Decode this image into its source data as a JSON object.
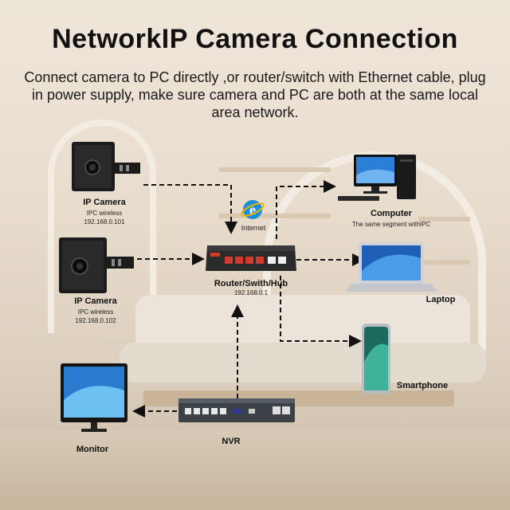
{
  "title": "NetworkIP Camera Connection",
  "subtitle": "Connect camera to PC directly ,or router/switch with Ethernet cable, plug in power supply, make sure camera and PC are both at the same local area network.",
  "camera1": {
    "label": "IP Camera",
    "line1": "IPC wireless",
    "line2": "192.168.0.101"
  },
  "camera2": {
    "label": "IP Camera",
    "line1": "IPC wireless",
    "line2": "192.168.0.102"
  },
  "internet": {
    "label": "Internet"
  },
  "router": {
    "label": "Router/Swith/Hub",
    "ip": "192.168.0.1"
  },
  "computer": {
    "label": "Computer",
    "note": "The same segment withIPC"
  },
  "laptop": {
    "label": "Laptop"
  },
  "smartphone": {
    "label": "Smartphone"
  },
  "monitor": {
    "label": "Monitor"
  },
  "nvr": {
    "label": "NVR"
  },
  "colors": {
    "router_body": "#2b2b2b",
    "port_red": "#d23a2e",
    "nvr_body": "#3c4148",
    "ie_blue": "#1d8fd8"
  }
}
